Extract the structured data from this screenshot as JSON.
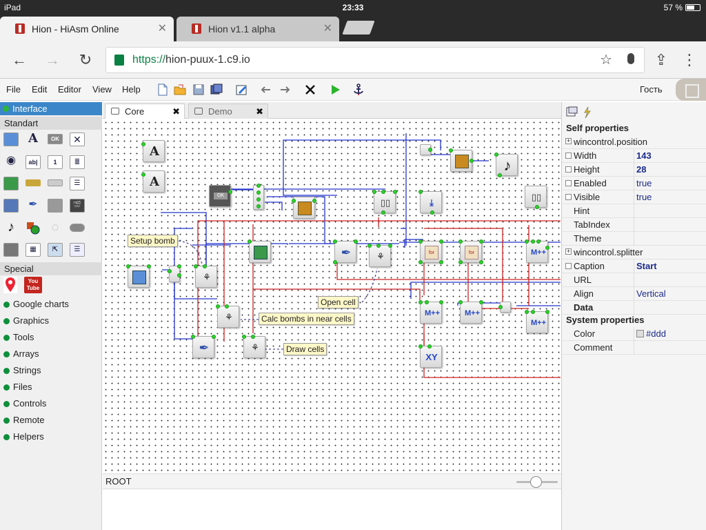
{
  "status": {
    "device": "iPad",
    "time": "23:33",
    "battery": "57 %"
  },
  "browser": {
    "tabs": [
      {
        "title": "Hion - HiAsm Online"
      },
      {
        "title": "Hion v1.1 alpha"
      }
    ],
    "url_scheme": "https://",
    "url_host": "hion-puux-1.c9.io"
  },
  "app": {
    "menu": [
      "File",
      "Edit",
      "Editor",
      "View",
      "Help"
    ],
    "user": "Гость",
    "palette": {
      "selected": "Interface",
      "section1": "Standart",
      "section2": "Special",
      "special_labels": [
        "You",
        "Tube"
      ],
      "categories": [
        "Google charts",
        "Graphics",
        "Tools",
        "Arrays",
        "Strings",
        "Files",
        "Controls",
        "Remote",
        "Helpers"
      ],
      "icons": [
        "A",
        "OK",
        "ab|",
        "1"
      ]
    },
    "editor_tabs": [
      {
        "label": "Core",
        "active": true
      },
      {
        "label": "Demo",
        "active": false
      }
    ],
    "canvas": {
      "comments": [
        "Setup bomb",
        "Open cell",
        "Calc bombs in near cells",
        "Draw cells"
      ],
      "node_glyphs": [
        "A",
        "A",
        "OK",
        "XY"
      ]
    },
    "root_label": "ROOT",
    "properties": {
      "self_header": "Self properties",
      "system_header": "System properties",
      "groups": [
        "wincontrol.position",
        "wincontrol.splitter"
      ],
      "rows": [
        {
          "key": "Width",
          "value": "143"
        },
        {
          "key": "Height",
          "value": "28"
        },
        {
          "key": "Enabled",
          "value": "true"
        },
        {
          "key": "Visible",
          "value": "true"
        },
        {
          "key": "Hint",
          "value": ""
        },
        {
          "key": "TabIndex",
          "value": ""
        },
        {
          "key": "Theme",
          "value": ""
        }
      ],
      "rows2": [
        {
          "key": "Caption",
          "value": "Start"
        },
        {
          "key": "URL",
          "value": ""
        },
        {
          "key": "Align",
          "value": "Vertical"
        },
        {
          "key": "Data",
          "value": ""
        }
      ],
      "system_rows": [
        {
          "key": "Color",
          "value": "#ddd"
        },
        {
          "key": "Comment",
          "value": ""
        }
      ]
    }
  }
}
